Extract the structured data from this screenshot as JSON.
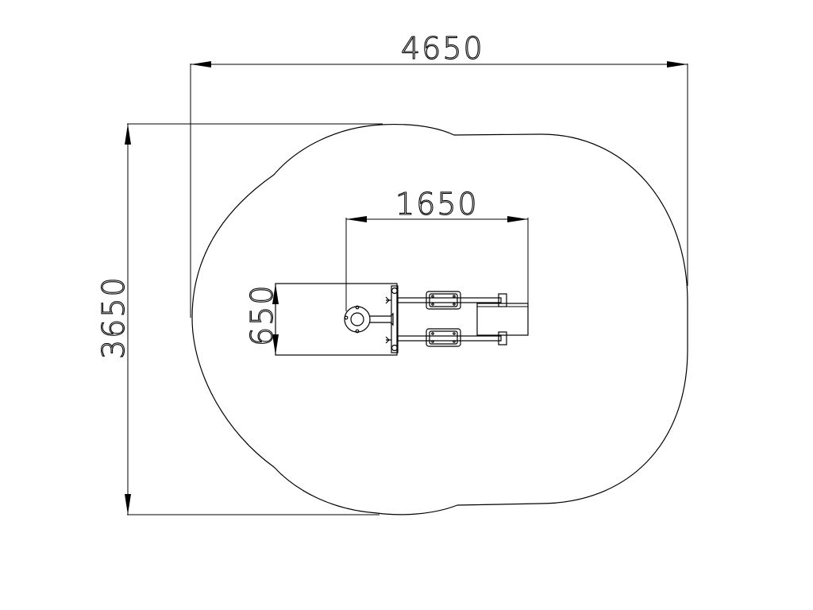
{
  "dimensions": {
    "overall_width": "4650",
    "overall_depth": "3650",
    "equipment_length": "1650",
    "equipment_width": "650"
  },
  "colors": {
    "line": "#000000",
    "background": "#ffffff"
  }
}
